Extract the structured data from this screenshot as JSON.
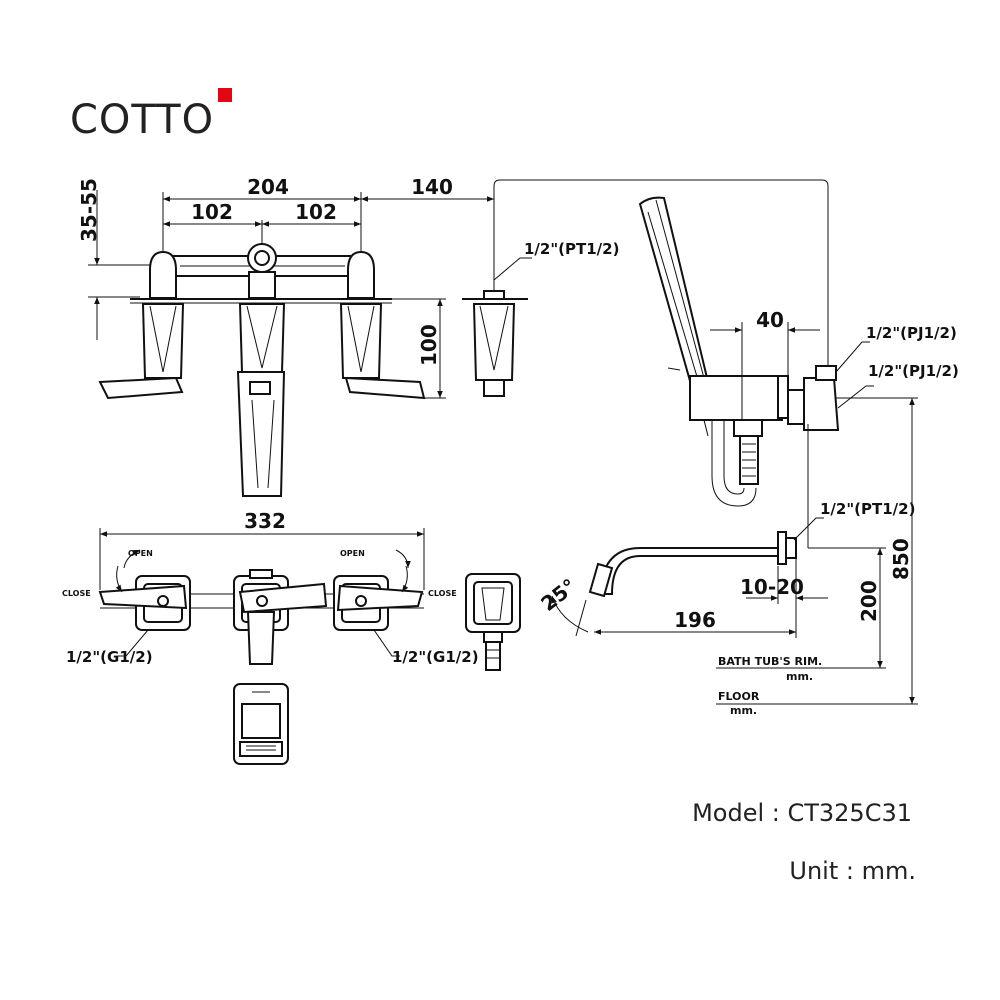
{
  "brand": {
    "name": "COTTO",
    "accent_color": "#e30613"
  },
  "model": {
    "text": "Model : CT325C31"
  },
  "unit": {
    "text": "Unit : mm."
  },
  "dimensions": {
    "d204": "204",
    "d102_left": "102",
    "d102_right": "102",
    "d140": "140",
    "d35_55": "35-55",
    "d100": "100",
    "d332": "332",
    "d40": "40",
    "d850": "850",
    "d200": "200",
    "d10_20": "10-20",
    "d196": "196",
    "d25deg": "25°"
  },
  "threads": {
    "pt_top": "1/2\"(PT1/2)",
    "pj_1": "1/2\"(PJ1/2)",
    "pj_2": "1/2\"(PJ1/2)",
    "pt_spout": "1/2\"(PT1/2)",
    "g_left": "1/2\"(G1/2)",
    "g_right": "1/2\"(G1/2)"
  },
  "labels": {
    "open_left": "OPEN",
    "open_right": "OPEN",
    "close_left": "CLOSE",
    "close_right": "CLOSE",
    "bath_rim": "BATH TUB'S RIM.",
    "bath_rim_unit": "mm.",
    "floor": "FLOOR",
    "floor_unit": "mm."
  }
}
